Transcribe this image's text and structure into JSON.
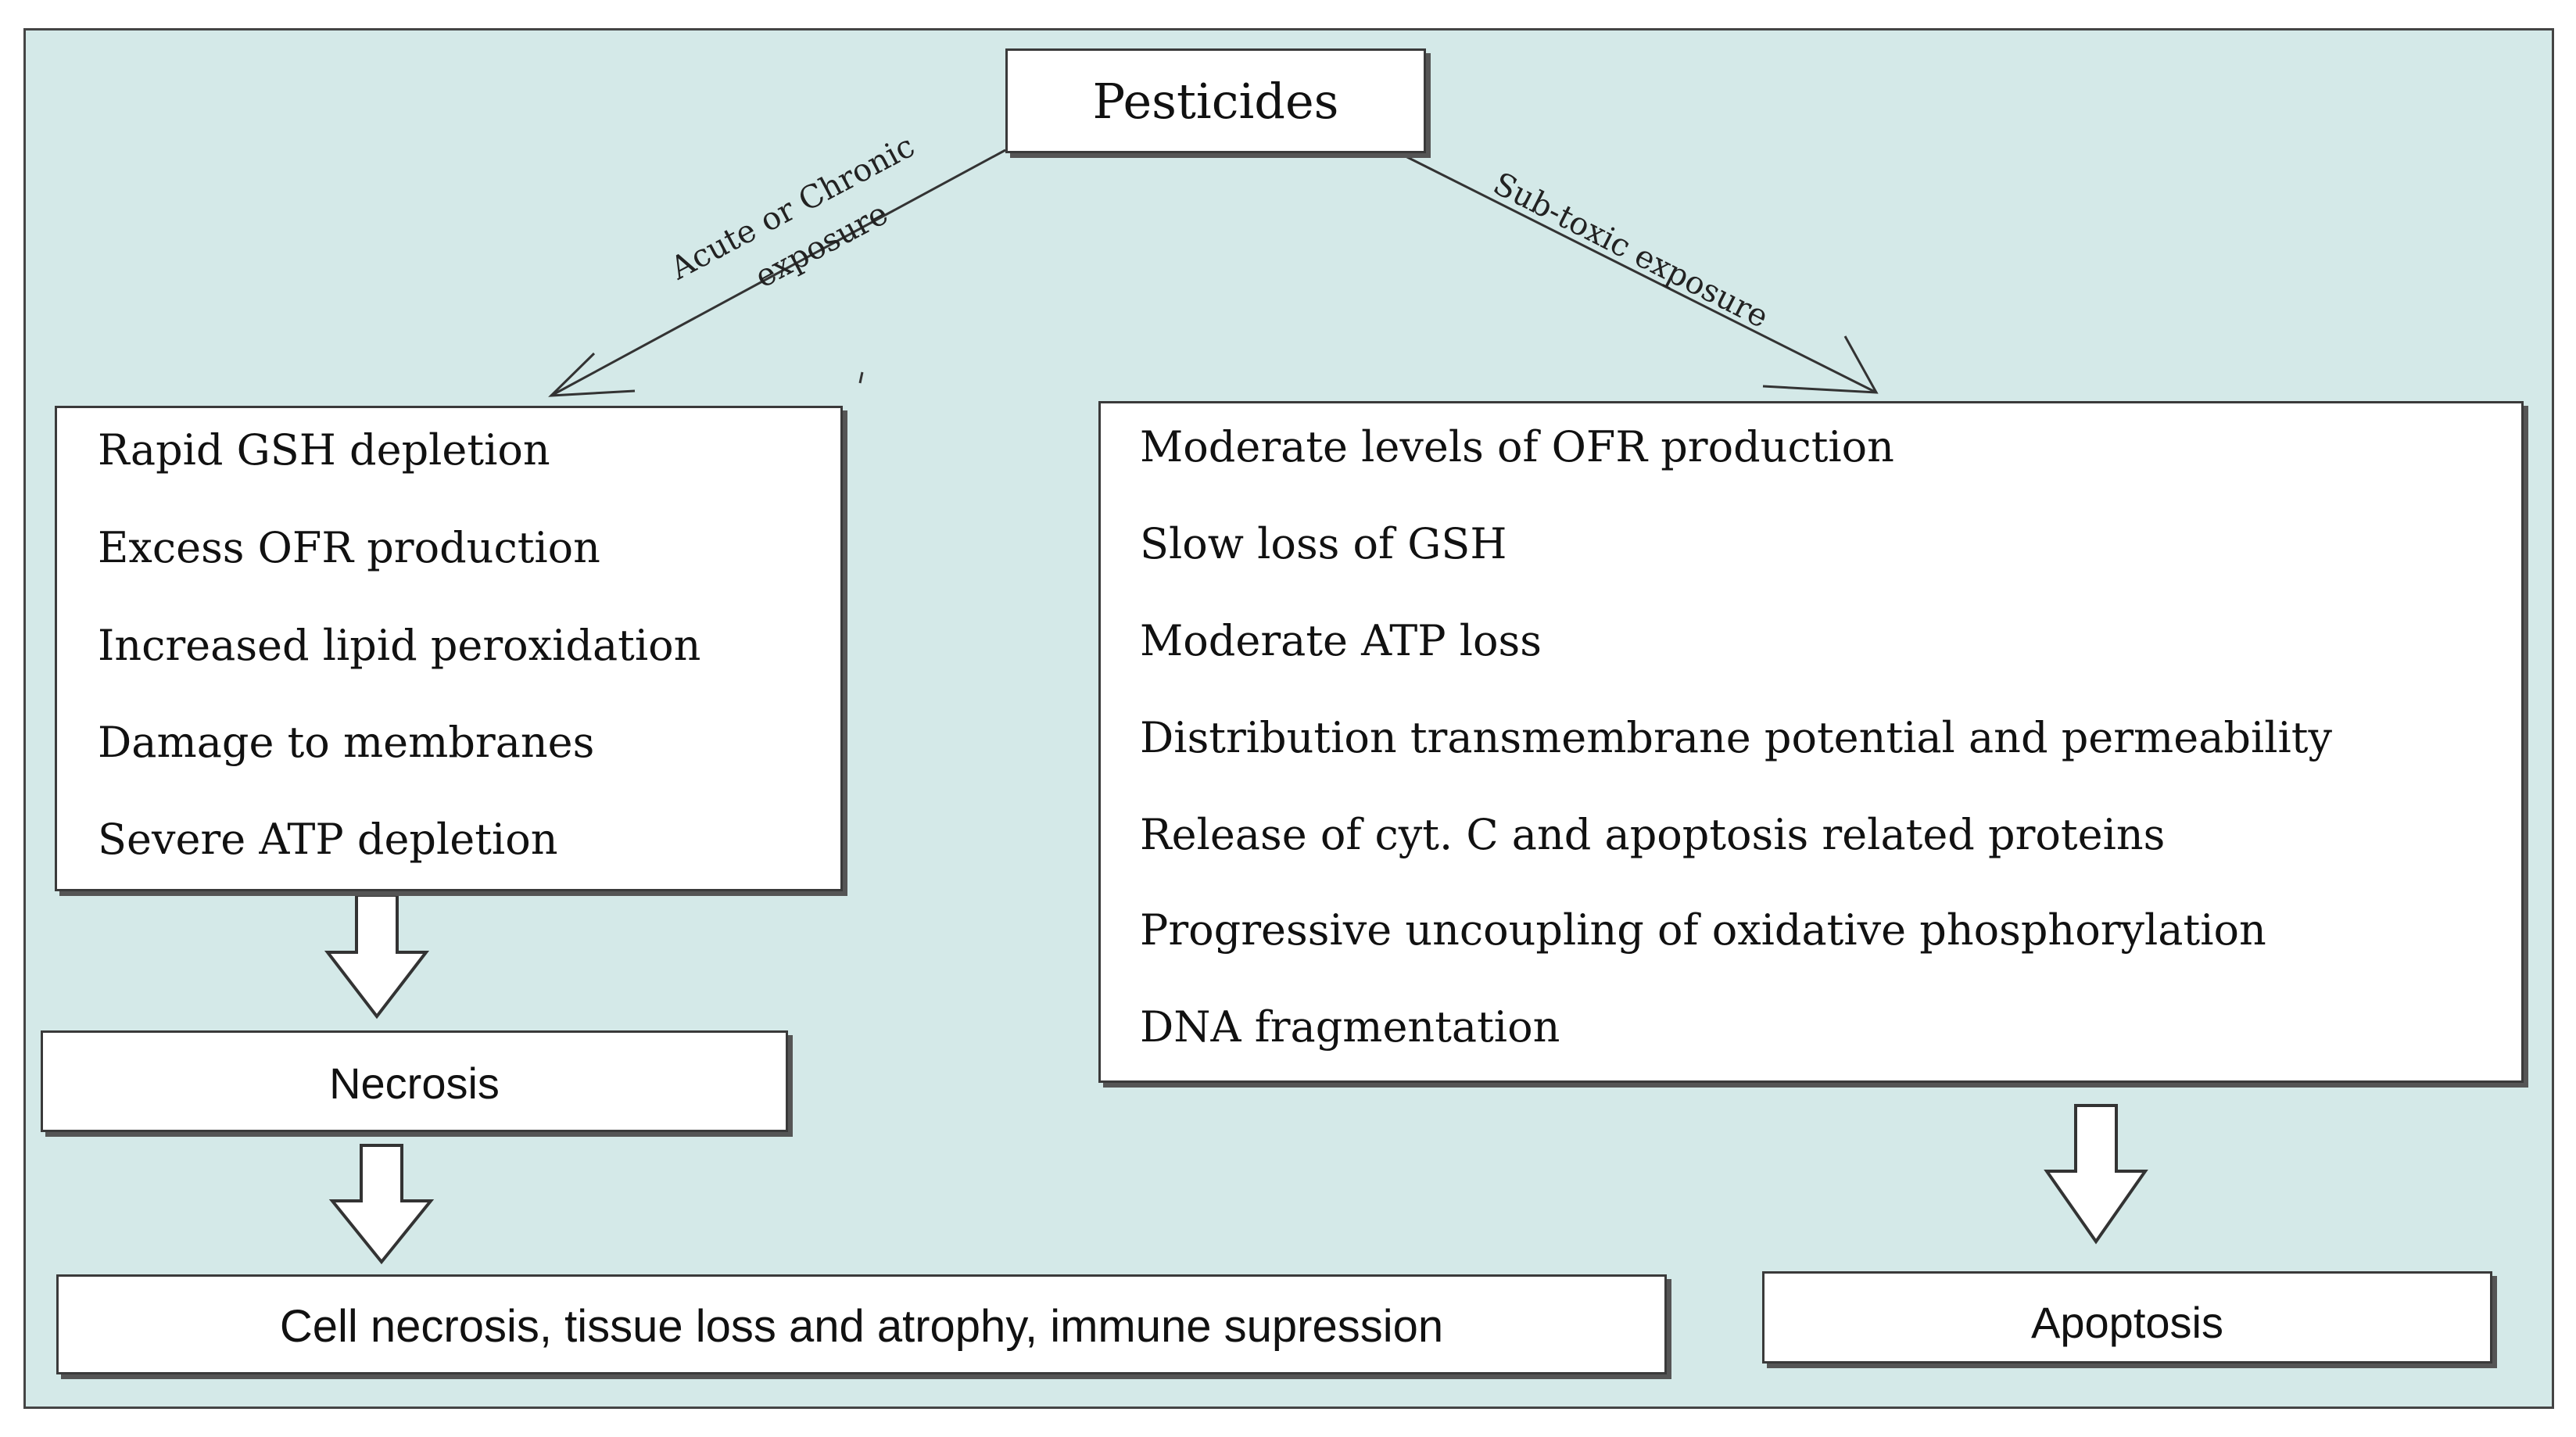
{
  "top_box": {
    "label": "Pesticides"
  },
  "edges": {
    "left_label_line1": "Acute or Chronic",
    "left_label_line2": "exposure",
    "right_label": "Sub-toxic exposure"
  },
  "left_effects": [
    "Rapid GSH depletion",
    "Excess OFR production",
    "Increased lipid peroxidation",
    "Damage to membranes",
    "Severe ATP depletion"
  ],
  "right_effects": [
    "Moderate levels of OFR production",
    "Slow loss of GSH",
    "Moderate ATP loss",
    "Distribution transmembrane potential and permeability",
    "Release of cyt. C and apoptosis related proteins",
    "Progressive uncoupling of oxidative phosphorylation",
    "DNA fragmentation"
  ],
  "necrosis_box": {
    "label": "Necrosis"
  },
  "outcome_left": {
    "label": "Cell necrosis, tissue loss and atrophy, immune supression"
  },
  "outcome_right": {
    "label": "Apoptosis"
  },
  "colors": {
    "background": "#d4e9e8",
    "box_fill": "#ffffff",
    "line": "#333333"
  }
}
